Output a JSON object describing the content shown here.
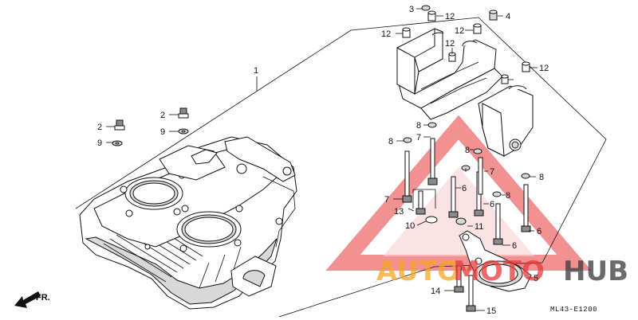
{
  "callouts": [
    {
      "id": "c1",
      "text": "1"
    },
    {
      "id": "c2a",
      "text": "2"
    },
    {
      "id": "c2b",
      "text": "2"
    },
    {
      "id": "c3",
      "text": "3"
    },
    {
      "id": "c4",
      "text": "4"
    },
    {
      "id": "c5",
      "text": "5"
    },
    {
      "id": "c6a",
      "text": "6"
    },
    {
      "id": "c6b",
      "text": "6"
    },
    {
      "id": "c6c",
      "text": "6"
    },
    {
      "id": "c6d",
      "text": "6"
    },
    {
      "id": "c7a",
      "text": "7"
    },
    {
      "id": "c7b",
      "text": "7"
    },
    {
      "id": "c7c",
      "text": "7"
    },
    {
      "id": "c8a",
      "text": "8"
    },
    {
      "id": "c8b",
      "text": "8"
    },
    {
      "id": "c8c",
      "text": "8"
    },
    {
      "id": "c8d",
      "text": "8"
    },
    {
      "id": "c8e",
      "text": "8"
    },
    {
      "id": "c9a",
      "text": "9"
    },
    {
      "id": "c9b",
      "text": "9"
    },
    {
      "id": "c10",
      "text": "10"
    },
    {
      "id": "c11",
      "text": "11"
    },
    {
      "id": "c12a",
      "text": "12"
    },
    {
      "id": "c12b",
      "text": "12"
    },
    {
      "id": "c12c",
      "text": "12"
    },
    {
      "id": "c12d",
      "text": "12"
    },
    {
      "id": "c12e",
      "text": "12"
    },
    {
      "id": "c13",
      "text": "13"
    },
    {
      "id": "c14",
      "text": "14"
    },
    {
      "id": "c15",
      "text": "15"
    }
  ],
  "direction_label": "FR.",
  "diagram_code": "ML43-E1200",
  "watermark": {
    "text_part1": "AUTO",
    "text_part2": "MOTO",
    "text_part3": "HUB",
    "color_red": "#e8393a",
    "color_orange": "#f5a623",
    "color_dark": "#3a3a3a"
  }
}
